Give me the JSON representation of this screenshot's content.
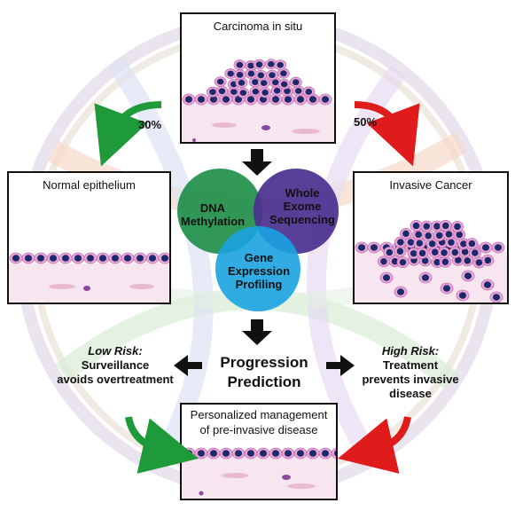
{
  "panels": {
    "cis": "Carcinoma in situ",
    "normal": "Normal epithelium",
    "invasive": "Invasive Cancer",
    "managed_line1": "Personalized management",
    "managed_line2": "of pre-invasive disease"
  },
  "percentages": {
    "regress": "30%",
    "progress": "50%"
  },
  "venn": {
    "dna_line1": "DNA",
    "dna_line2": "Methylation",
    "wes_line1": "Whole",
    "wes_line2": "Exome",
    "wes_line3": "Sequencing",
    "gep_line1": "Gene",
    "gep_line2": "Expression",
    "gep_line3": "Profiling",
    "colors": {
      "dna": "#1f8f4a",
      "wes": "#4a2f8f",
      "gep": "#1aa3e0"
    }
  },
  "prediction": {
    "line1": "Progression",
    "line2": "Prediction"
  },
  "low_risk": {
    "heading": "Low Risk:",
    "line1": "Surveillance",
    "line2": "avoids overtreatment"
  },
  "high_risk": {
    "heading": "High Risk:",
    "line1": "Treatment",
    "line2": "prevents invasive",
    "line3": "disease"
  },
  "colors": {
    "regress_arrow": "#1e9a3a",
    "progress_arrow": "#e01b1b",
    "cell": "#e8a6d6",
    "nucleus": "#1c2a6b",
    "stroma": "#f7e6ef"
  }
}
